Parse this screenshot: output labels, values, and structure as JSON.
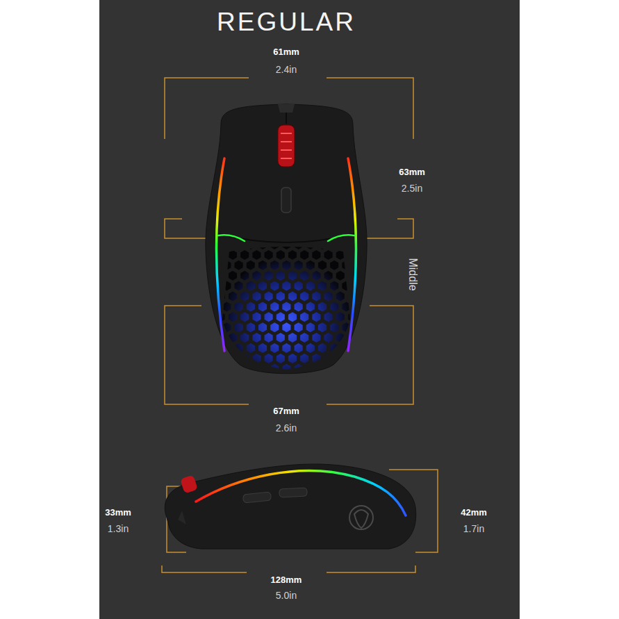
{
  "diagram": {
    "title": "REGULAR",
    "labels": [
      "61mm",
      "2.4in",
      "63mm",
      "2.5in",
      "Middle",
      "67mm",
      "2.6in",
      "33mm",
      "1.3in",
      "42mm",
      "1.7in",
      "128mm",
      "5.0in"
    ]
  }
}
